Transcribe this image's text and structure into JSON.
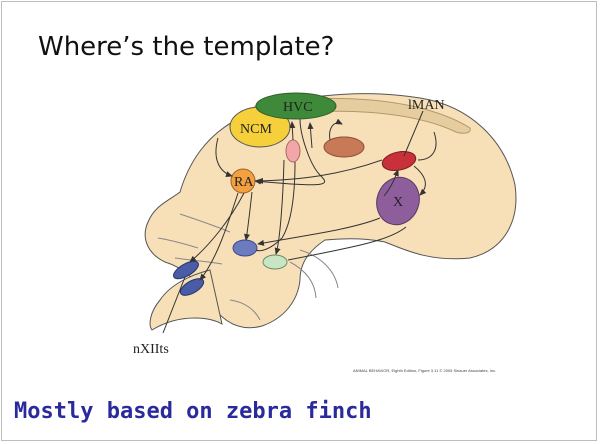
{
  "slide": {
    "title": "Where’s the template?",
    "caption": "Mostly based on zebra finch",
    "credit": "ANIMAL BEHAVIOR, Eighth Edition, Figure 3.11 © 2005 Sinauer Associates, Inc."
  },
  "diagram": {
    "labels": {
      "hvc": "HVC",
      "ncm": "NCM",
      "lman": "lMAN",
      "ra": "RA",
      "x": "X",
      "nxiits": "nXIIts"
    },
    "colors": {
      "brain": "#f7dfb8",
      "outline": "#555555",
      "hvc": "#3f8a3a",
      "ncm": "#f5d03b",
      "ra": "#f2a040",
      "lman": "#c8303a",
      "x": "#8e5e9c",
      "brown_nucleus": "#c87a58",
      "pink_nucleus": "#f2a6a8",
      "blue_nucleus": "#6c7ac0",
      "green_nucleus": "#c8e6c4",
      "brainstem_nucleus": "#4a5ba8"
    }
  }
}
